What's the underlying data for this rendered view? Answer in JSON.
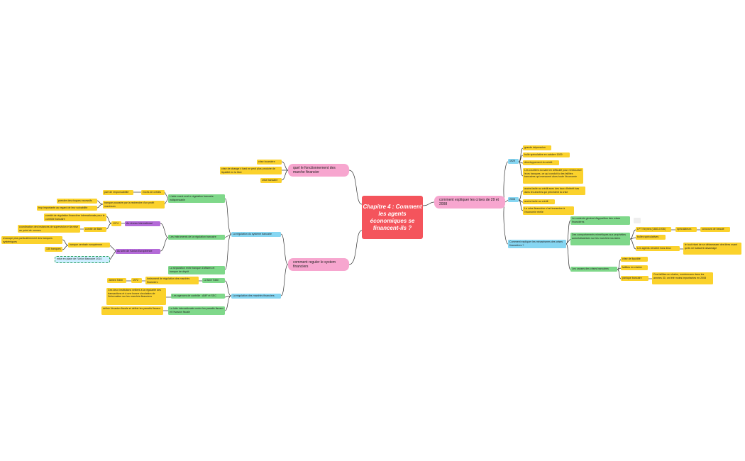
{
  "root": "Chapitre 4 : Comment les agents économiques se financent-ils ?",
  "branches": {
    "fonctionnement": {
      "title": "quel le fonctionnement des marche financier",
      "items": [
        "crise boursière",
        "crise de change ≠ bani ne peut plus produire de liquidité en la libre",
        "crise bancaire"
      ]
    },
    "reguler": {
      "title": "comment reguler le system financiers",
      "bancaire": {
        "title": "La régulation du système bancaire",
        "accords": "L'aide moné enel e régulation bancaire indispensable",
        "exces": "excès de crédits",
        "part_resp": "part de responsabilité",
        "banques": "banque poussée par la recherche d'un profit maximum",
        "pris_risques": "prendre des risques excessifs",
        "trop_important": "trop importante au regard de leur solvabilité",
        "instruments": "Les instruments de la régulation bancaire",
        "niveau_int": "Au niveau international",
        "y1974": "1974",
        "comite_bale_reg": "comité de régulation financière internationale pour le contrôle bancaire",
        "comite_bale": "comité de Bâle",
        "coordination": "coordination des instances de supervision et la mise au point de normes",
        "ue": "Au sein de l'Union Européenne",
        "bce": "banque centrale européenne",
        "systemiques": "s'occupe plus particulièrement des banques systémiques",
        "b130": "130 banques",
        "union_2014": "mise en place de l'Union Bancaire 2014",
        "separation": "La séparation entre banque d'affaires et banque de dépôt"
      },
      "marches": {
        "title": "La régulation des marchés financiers",
        "tobin_tax": "La taxe Tobin",
        "instrument": "Instrument de régulation des marchés financiers",
        "y1972": "1972",
        "james": "James Tobin",
        "agences": "Les agences de contrôle : AMF et SEC",
        "deux_inst": "Ces deux institutions veillent à la régularité des transactions et à une bonne circulation de l'information sur les marchés financiers",
        "lutte": "La lutte internationale contre les paradis fiscaux et l'évasion fiscale",
        "definir": "définir l'évasion fiscale et définir les paradis fiscaux"
      }
    },
    "crises": {
      "title": "comment expliquer les crises de 29 et 2008",
      "y1929": "1929",
      "items1929": [
        "grande dépression",
        "bulle spéculative en octobre 1929",
        "développement du crédit",
        "Les courtiers du saint en difficulté pour rembourser leurs banques, ce qui conduit à des faillites bancaires qui menacent alors toute l'économie"
      ],
      "y2008": "2008",
      "items2008": [
        "accès facile au crédit avec des taux d'intérêt bas dans les années qui précèdent la crise",
        "accès facile au crédit",
        "La crise financière s'est transmise à l'économie réelle"
      ],
      "mecanismes": {
        "title": "Comment expliquer les mécanismes des crises financières ?",
        "contexte": "Le contexte général d'apparition des crises financières",
        "mimetiques": "Des comportements mimétiques aux prophéties autoréalisatrices sur les marchés boursiers",
        "keynes": "LPT Keynes (1883-1936)",
        "speculateurs": "spéculateurs",
        "concours": "concours de beauté",
        "bulles": "bulles spéculatives",
        "vendent": "Les agents vendent tous deux",
        "tout_etant": "le tout étant de se débarrasser des titres avant qu'ils ne baissent davantage",
        "causes": "Les causes des crises bancaires",
        "liquidite": "crise de liquidité",
        "faillites": "faillites en chaîne",
        "panique": "panique bancaire",
        "faillites_chaine": "Ces faillites en chaîne, nombreuses dans les années 30, ont été moins importantes en 2008"
      }
    }
  },
  "colors": {
    "root": "#f4545c",
    "pink": "#f7a6cf",
    "yellow": "#fbd22c",
    "green": "#7fd88a",
    "blue": "#86d6f2",
    "purple": "#b46ad8",
    "line": "#333333"
  }
}
